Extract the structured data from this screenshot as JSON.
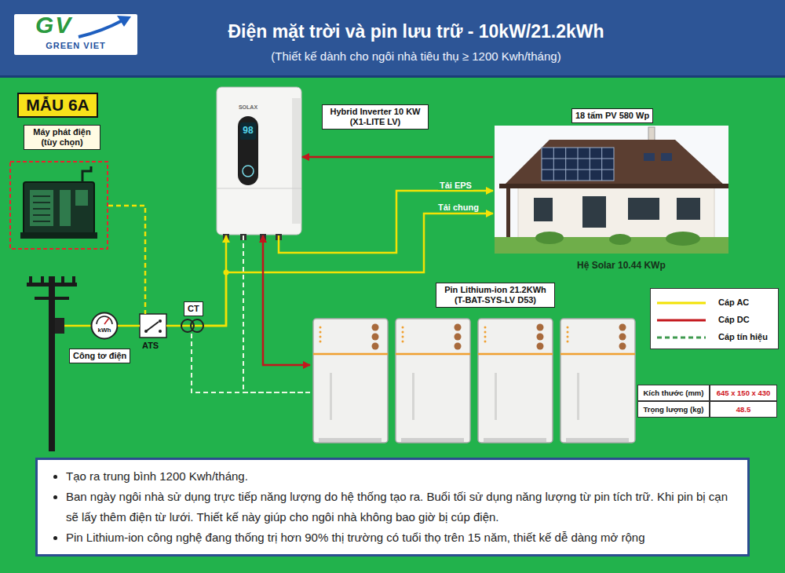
{
  "diagram": {
    "title": "Điện mặt trời và pin lưu trữ - 10kW/21.2kWh",
    "caption": "(Thiết kế dành cho ngôi nhà tiêu thụ ≥ 1200 Kwh/tháng)",
    "nodes": [
      {
        "text": [
          "MẪU 6A"
        ]
      },
      {
        "text": [
          "Máy phát điện (tùy chọn)"
        ]
      },
      {
        "text": [
          "Hybrid Inverter 10 KW (X1-LITE LV)"
        ]
      },
      {
        "text": [
          "18 tấm PV 580 Wp",
          "Hệ Solar 10.44 KWp"
        ]
      },
      {
        "text": [
          "kWh",
          "Công tơ điện"
        ]
      },
      {
        "text": [
          "ATS"
        ]
      },
      {
        "text": [
          "CT"
        ]
      },
      {
        "text": [
          "Pin Lithium-ion 21.2KWh (T-BAT-SYS-LV D53)"
        ]
      },
      {
        "text": [
          "Tạo ra trung bình 1200 Kwh/tháng.",
          "Ban ngày ngôi nhà sử dụng trực tiếp năng lượng do hệ thống tạo ra. Buổi tối sử dụng năng lượng từ pin tích trữ. Khi pin bị cạn sẽ lấy thêm điện từ lưới. Thiết kế này giúp cho ngôi nhà không bao giờ bị cúp điện.",
          "Pin Lithium-ion công nghệ đang thống trị hơn 90% thị trường có tuổi thọ trên 15 năm, thiết kế dễ dàng mở rộng"
        ]
      }
    ],
    "edges": [
      {
        "from": 1,
        "to": 5,
        "arrow": "none"
      },
      {
        "from": 4,
        "to": 5,
        "arrow": "none"
      },
      {
        "from": 5,
        "to": 6,
        "arrow": "none"
      },
      {
        "from": 6,
        "to": 2,
        "arrow": "to"
      },
      {
        "from": 6,
        "to": 3,
        "label": "Tải chung",
        "arrow": "to"
      },
      {
        "from": 2,
        "to": 3,
        "label": "Tải EPS",
        "arrow": "to"
      },
      {
        "from": 3,
        "to": 2,
        "arrow": "to"
      },
      {
        "from": 2,
        "to": 7,
        "arrow": "both"
      },
      {
        "from": 6,
        "to": 7,
        "arrow": "none"
      },
      {
        "from": 2,
        "to": 7,
        "arrow": "none"
      }
    ],
    "labels": [
      "GV",
      "GREEN VIET",
      "SOLAX",
      "98",
      "Kích thước (mm)",
      "645 x 150 x 430",
      "Trọng lượng (kg)",
      "48.5"
    ],
    "legend": [
      {
        "text": "Cáp AC"
      },
      {
        "text": "Cáp DC"
      },
      {
        "text": "Cáp tín hiệu"
      }
    ]
  }
}
